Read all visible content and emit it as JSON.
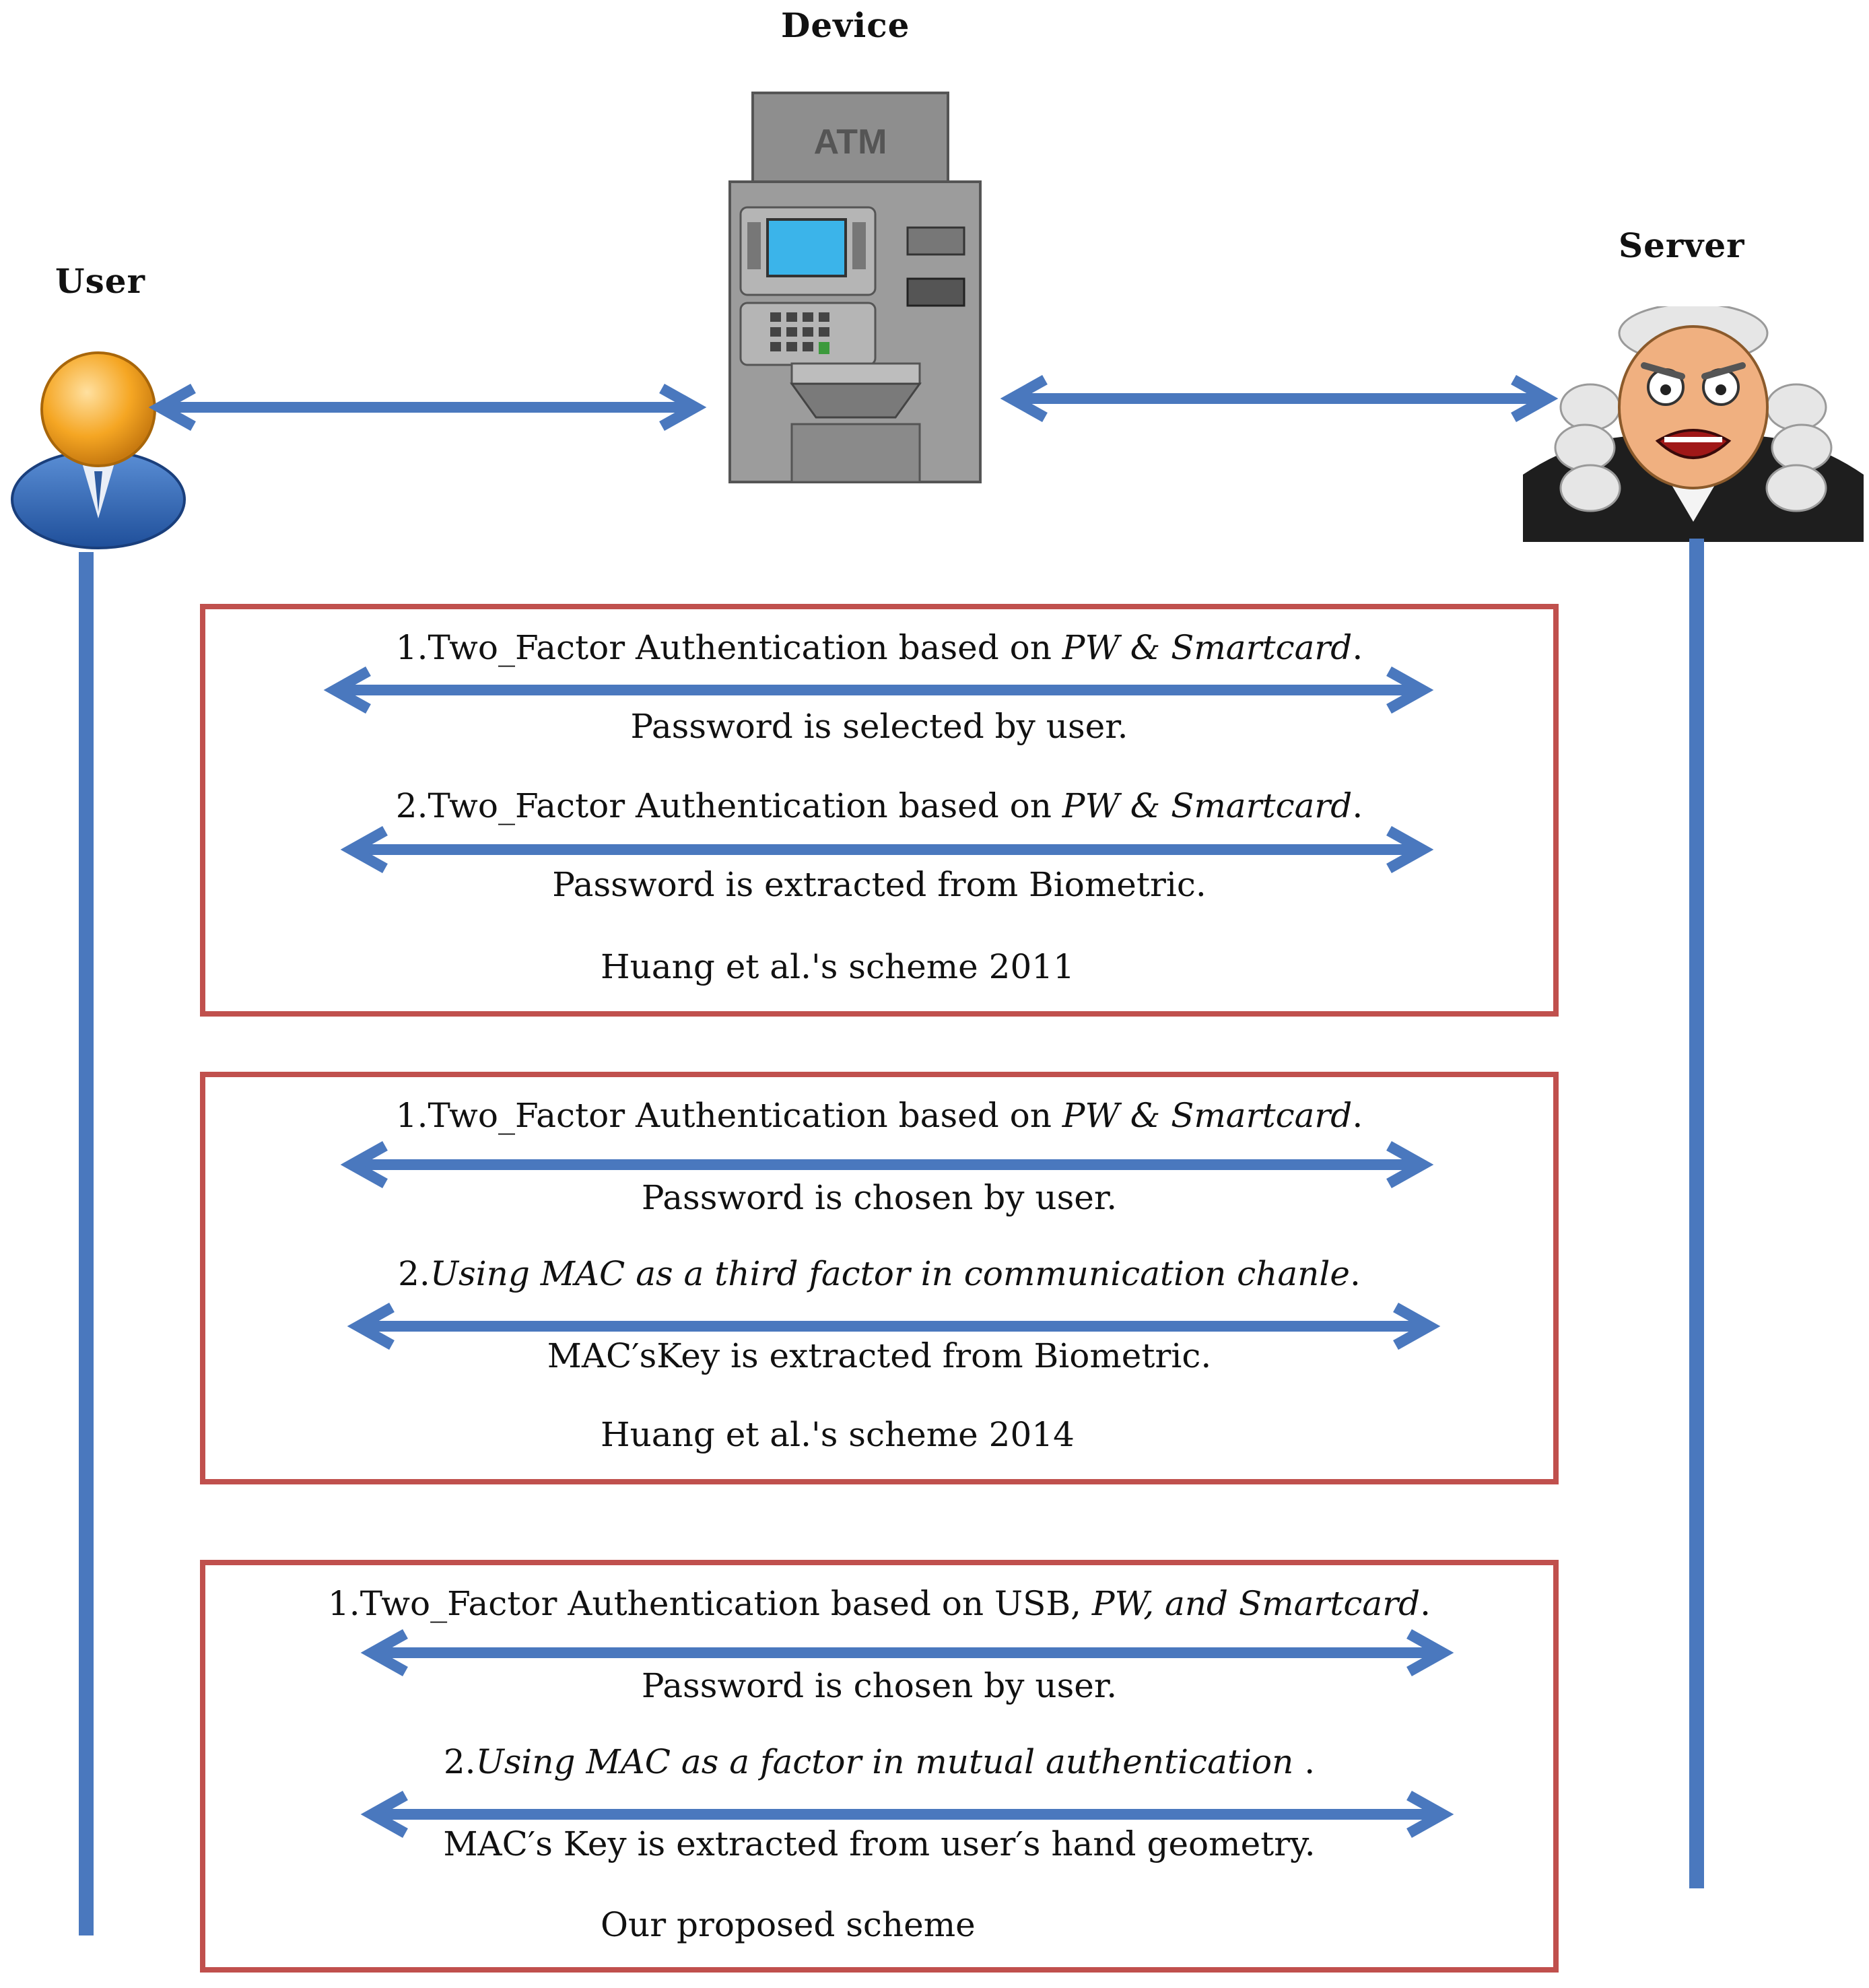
{
  "actors": {
    "user": "User",
    "device": "Device",
    "server": "Server",
    "atm_sign": "ATM"
  },
  "boxes": [
    {
      "steps": [
        {
          "num": "1.",
          "text": "Two_Factor Authentication based on ",
          "italic": "PW & Smartcard",
          "tail": ".",
          "note": "Password is selected by user."
        },
        {
          "num": "2.",
          "text": "Two_Factor Authentication based on ",
          "italic": "PW & Smartcard",
          "tail": ".",
          "note": "Password is extracted from Biometric."
        }
      ],
      "caption": "Huang et al.'s scheme 2011"
    },
    {
      "steps": [
        {
          "num": "1.",
          "text": "Two_Factor Authentication based on ",
          "italic": "PW & Smartcard",
          "tail": ".",
          "note": "Password is chosen by user."
        },
        {
          "num": "2.",
          "text": "",
          "italic": "Using MAC as a third factor in communication chanle",
          "tail": ".",
          "note": "MAC′sKey is extracted from Biometric."
        }
      ],
      "caption": "Huang et al.'s scheme 2014"
    },
    {
      "steps": [
        {
          "num": "1.",
          "text": "Two_Factor Authentication based on USB, ",
          "italic": "PW, and Smartcard",
          "tail": ".",
          "note": "Password is chosen by user."
        },
        {
          "num": "2.",
          "text": "",
          "italic": "Using MAC  as a factor in mutual authentication",
          "tail": " .",
          "note": "MAC′s Key is extracted from user′s hand geometry."
        }
      ],
      "caption": "Our proposed scheme"
    }
  ],
  "colors": {
    "arrow": "#4a78be",
    "box_border": "#c0504d"
  },
  "icons": {
    "user": "user-avatar-icon",
    "device": "atm-machine-icon",
    "server": "judge-server-icon"
  }
}
